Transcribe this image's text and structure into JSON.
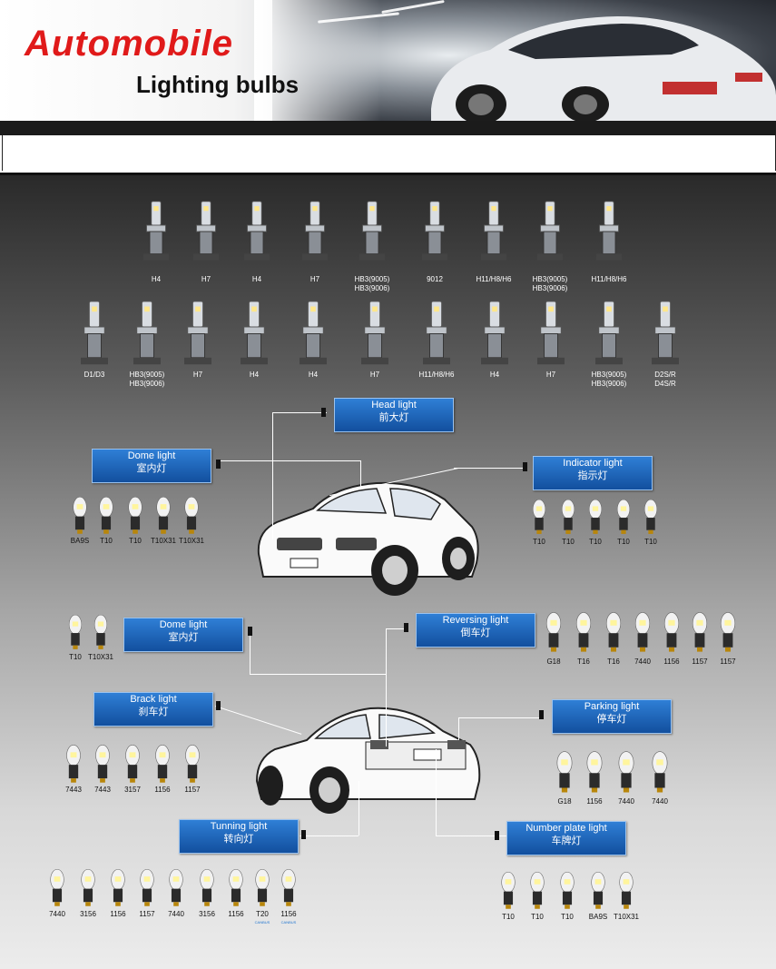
{
  "header": {
    "title_main": "Automobile",
    "title_sub": "Lighting bulbs"
  },
  "colors": {
    "accent_red": "#e01a1a",
    "callout_blue": "#1e63b8",
    "background_dark": "#2a2a2a"
  },
  "headlight_row1": [
    "H4",
    "H7",
    "H4",
    "H7",
    "HB3(9005)\nHB3(9006)",
    "9012",
    "H11/H8/H6",
    "HB3(9005)\nHB3(9006)",
    "H11/H8/H6"
  ],
  "headlight_row2": [
    "D1/D3",
    "HB3(9005)\nHB3(9006)",
    "H7",
    "H4",
    "H4",
    "H7",
    "H11/H8/H6",
    "H4",
    "H7",
    "HB3(9005)\nHB3(9006)",
    "D2S/R\nD4S/R"
  ],
  "callouts": {
    "head_light": {
      "en": "Head light",
      "cn": "前大灯"
    },
    "dome_light_1": {
      "en": "Dome light",
      "cn": "室内灯"
    },
    "indicator_light": {
      "en": "Indicator light",
      "cn": "指示灯"
    },
    "dome_light_2": {
      "en": "Dome light",
      "cn": "室内灯"
    },
    "reversing_light": {
      "en": "Reversing light",
      "cn": "倒车灯"
    },
    "brack_light": {
      "en": "Brack light",
      "cn": "刹车灯"
    },
    "parking_light": {
      "en": "Parking light",
      "cn": "停车灯"
    },
    "tunning_light": {
      "en": "Tunning light",
      "cn": "转向灯"
    },
    "number_plate_light": {
      "en": "Number plate light",
      "cn": "车牌灯"
    }
  },
  "dome1_bulbs": [
    "BA9S",
    "T10",
    "T10",
    "T10X31",
    "T10X31"
  ],
  "indicator_bulbs": [
    "T10",
    "T10",
    "T10",
    "T10",
    "T10"
  ],
  "dome2_bulbs": [
    "T10",
    "T10X31"
  ],
  "reversing_bulbs": [
    "G18",
    "T16",
    "T16",
    "7440",
    "1156",
    "1157",
    "1157"
  ],
  "brake_bulbs": [
    "7443",
    "7443",
    "3157",
    "1156",
    "1157"
  ],
  "parking_bulbs": [
    "G18",
    "1156",
    "7440",
    "7440"
  ],
  "turning_bulbs": [
    "7440",
    "3156",
    "1156",
    "1157",
    "7440",
    "3156",
    "1156",
    "T20",
    "1156"
  ],
  "turning_canbus": [
    "CANBUS",
    "CANBUS"
  ],
  "plate_bulbs": [
    "T10",
    "T10",
    "T10",
    "BA9S",
    "T10X31"
  ]
}
